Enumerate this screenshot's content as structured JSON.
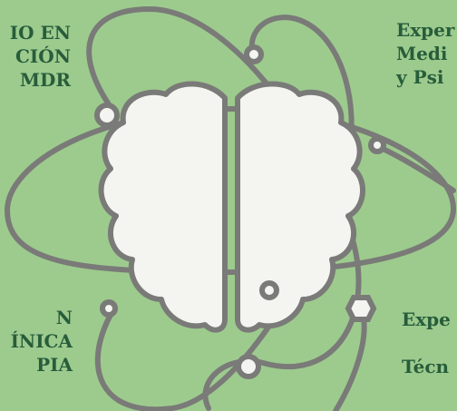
{
  "theme": {
    "background": "#9dcb8e",
    "text": "#285d3b",
    "line": "#7a7a78",
    "brain_fill": "#f4f4f1"
  },
  "labels": {
    "top_left": [
      "IO EN",
      "CIÓN",
      "MDR"
    ],
    "top_right": [
      "Exper",
      "Medi",
      "y Psi"
    ],
    "bottom_left": [
      "N",
      "ÍNICA",
      "PIA"
    ],
    "bottom_right": [
      "Expe",
      "",
      "Técn"
    ]
  },
  "icons": {
    "center": "brain-icon",
    "orbits": "atom-orbits"
  }
}
